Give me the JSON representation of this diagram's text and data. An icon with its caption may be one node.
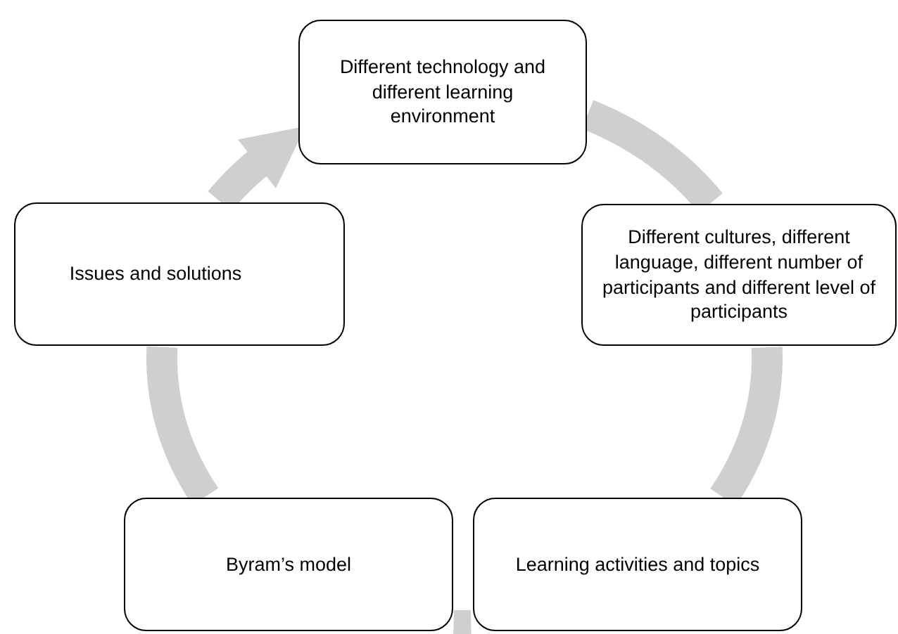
{
  "diagram": {
    "nodes": [
      {
        "text": [
          "Different technology and different learning environment"
        ]
      },
      {
        "text": [
          "Different cultures, different language, different number of participants and  different level of participants"
        ]
      },
      {
        "text": [
          "Learning activities and topics"
        ]
      },
      {
        "text": [
          "Byram’s model"
        ]
      },
      {
        "text": [
          "Issues and solutions"
        ]
      }
    ],
    "edges": [
      {
        "from": 0,
        "to": 1,
        "arrow": "none"
      },
      {
        "from": 1,
        "to": 2,
        "arrow": "none"
      },
      {
        "from": 2,
        "to": 3,
        "arrow": "none"
      },
      {
        "from": 3,
        "to": 4,
        "arrow": "none"
      },
      {
        "from": 4,
        "to": 0,
        "arrow": "to"
      }
    ]
  }
}
